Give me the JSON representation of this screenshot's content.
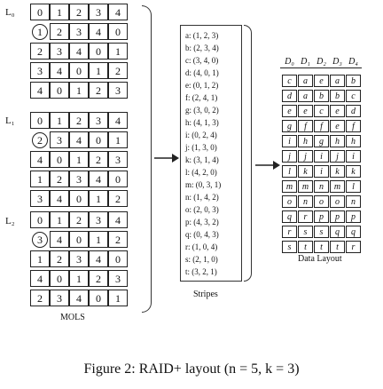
{
  "figure": {
    "caption": "Figure 2: RAID+ layout (n = 5, k = 3)",
    "labels": {
      "mols": "MOLS",
      "stripes": "Stripes",
      "data_layout": "Data Layout"
    }
  },
  "mols": {
    "squares": [
      {
        "label": "L₀",
        "header": [
          "0",
          "1",
          "2",
          "3",
          "4"
        ],
        "rows": [
          [
            "2",
            "3",
            "4",
            "0"
          ],
          [
            "2",
            "3",
            "4",
            "0",
            "1"
          ],
          [
            "3",
            "4",
            "0",
            "1",
            "2"
          ],
          [
            "4",
            "0",
            "1",
            "2",
            "3"
          ]
        ],
        "circled_first": "1"
      },
      {
        "label": "L₁",
        "header": [
          "0",
          "1",
          "2",
          "3",
          "4"
        ],
        "rows": [
          [
            "3",
            "4",
            "0",
            "1"
          ],
          [
            "4",
            "0",
            "1",
            "2",
            "3"
          ],
          [
            "1",
            "2",
            "3",
            "4",
            "0"
          ],
          [
            "3",
            "4",
            "0",
            "1",
            "2"
          ]
        ],
        "circled_first": "2"
      },
      {
        "label": "L₂",
        "header": [
          "0",
          "1",
          "2",
          "3",
          "4"
        ],
        "rows": [
          [
            "4",
            "0",
            "1",
            "2"
          ],
          [
            "1",
            "2",
            "3",
            "4",
            "0"
          ],
          [
            "4",
            "0",
            "1",
            "2",
            "3"
          ],
          [
            "2",
            "3",
            "4",
            "0",
            "1"
          ]
        ],
        "circled_first": "3"
      }
    ]
  },
  "stripes": [
    "a: (1, 2, 3)",
    "b: (2, 3, 4)",
    "c: (3, 4, 0)",
    "d: (4, 0, 1)",
    "e: (0, 1, 2)",
    "f: (2, 4, 1)",
    "g: (3, 0, 2)",
    "h: (4, 1, 3)",
    "i: (0, 2, 4)",
    "j: (1, 3, 0)",
    "k: (3, 1, 4)",
    "l: (4, 2, 0)",
    "m: (0, 3, 1)",
    "n: (1, 4, 2)",
    "o: (2, 0, 3)",
    "p: (4, 3, 2)",
    "q: (0, 4, 3)",
    "r: (1, 0, 4)",
    "s: (2, 1, 0)",
    "t: (3, 2, 1)"
  ],
  "data_layout": {
    "headers": [
      "D₀",
      "D₁",
      "D₂",
      "D₃",
      "D₄"
    ],
    "rows": [
      [
        "c",
        "a",
        "e",
        "a",
        "b"
      ],
      [
        "d",
        "a",
        "b",
        "b",
        "c"
      ],
      [
        "e",
        "e",
        "c",
        "e",
        "d"
      ],
      [
        "g",
        "f",
        "f",
        "e",
        "f"
      ],
      [
        "i",
        "h",
        "g",
        "h",
        "h"
      ],
      [
        "j",
        "j",
        "i",
        "j",
        "i"
      ],
      [
        "l",
        "k",
        "i",
        "k",
        "k"
      ],
      [
        "m",
        "m",
        "n",
        "m",
        "l"
      ],
      [
        "o",
        "n",
        "o",
        "o",
        "n"
      ],
      [
        "q",
        "r",
        "p",
        "p",
        "p"
      ],
      [
        "r",
        "s",
        "s",
        "q",
        "q"
      ],
      [
        "s",
        "t",
        "t",
        "t",
        "r"
      ]
    ]
  }
}
